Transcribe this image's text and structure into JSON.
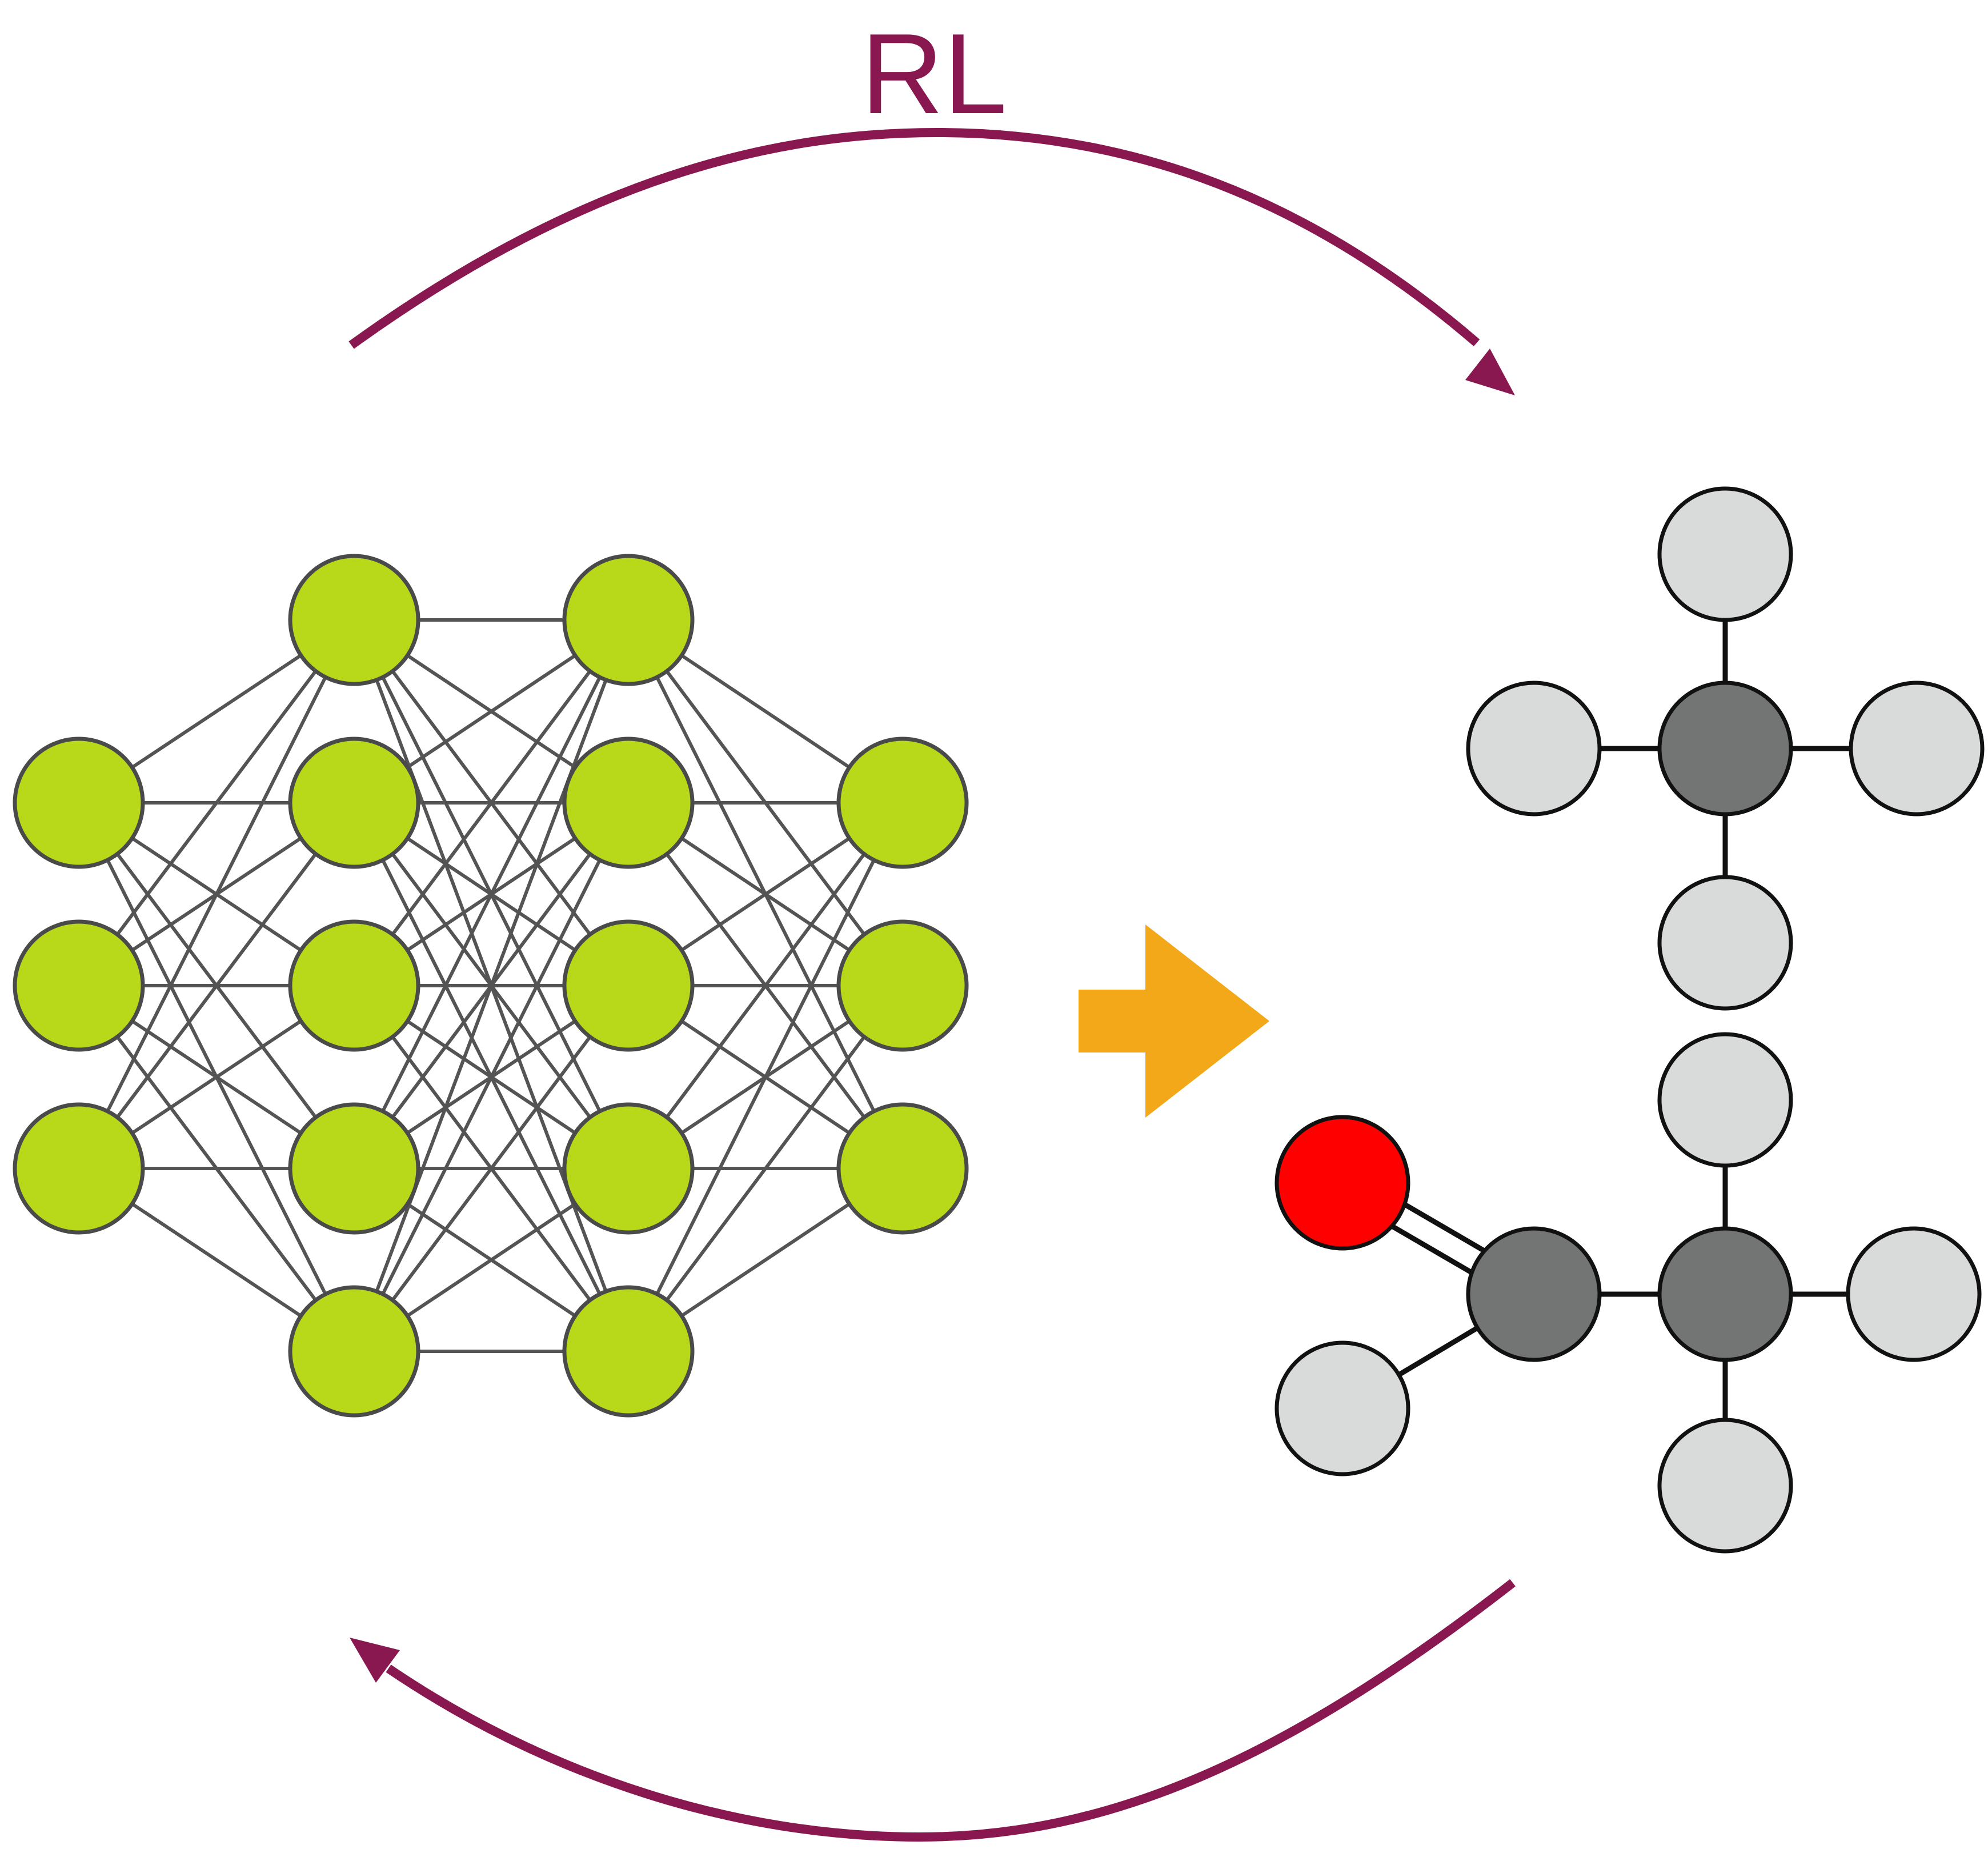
{
  "diagram": {
    "loop_label": "RL",
    "neural_network": {
      "layers": [
        3,
        5,
        5,
        3
      ],
      "node_fill": "#b8d919",
      "edge_color": "#545454"
    },
    "molecule": {
      "atoms": [
        {
          "element": "H",
          "fill": "#d8dbda"
        },
        {
          "element": "H",
          "fill": "#d8dbda"
        },
        {
          "element": "C",
          "fill": "#737474"
        },
        {
          "element": "H",
          "fill": "#d8dbda"
        },
        {
          "element": "H",
          "fill": "#d8dbda"
        },
        {
          "element": "H",
          "fill": "#d8dbda"
        },
        {
          "element": "O",
          "fill": "#ff0000"
        },
        {
          "element": "C",
          "fill": "#737474"
        },
        {
          "element": "C",
          "fill": "#737474"
        },
        {
          "element": "H",
          "fill": "#d8dbda"
        },
        {
          "element": "H",
          "fill": "#d8dbda"
        },
        {
          "element": "H",
          "fill": "#d8dbda"
        }
      ],
      "bonds": [
        {
          "from": 0,
          "to": 2,
          "order": 1
        },
        {
          "from": 1,
          "to": 2,
          "order": 1
        },
        {
          "from": 2,
          "to": 3,
          "order": 1
        },
        {
          "from": 2,
          "to": 4,
          "order": 1
        },
        {
          "from": 5,
          "to": 8,
          "order": 1
        },
        {
          "from": 6,
          "to": 7,
          "order": 2
        },
        {
          "from": 7,
          "to": 8,
          "order": 1
        },
        {
          "from": 7,
          "to": 9,
          "order": 1
        },
        {
          "from": 8,
          "to": 10,
          "order": 1
        },
        {
          "from": 8,
          "to": 11,
          "order": 1
        }
      ]
    },
    "colors": {
      "loop_arrows": "#8a1850",
      "forward_arrow": "#f2a818",
      "node_outline": "#4a4a4a",
      "bond": "#111111"
    }
  }
}
